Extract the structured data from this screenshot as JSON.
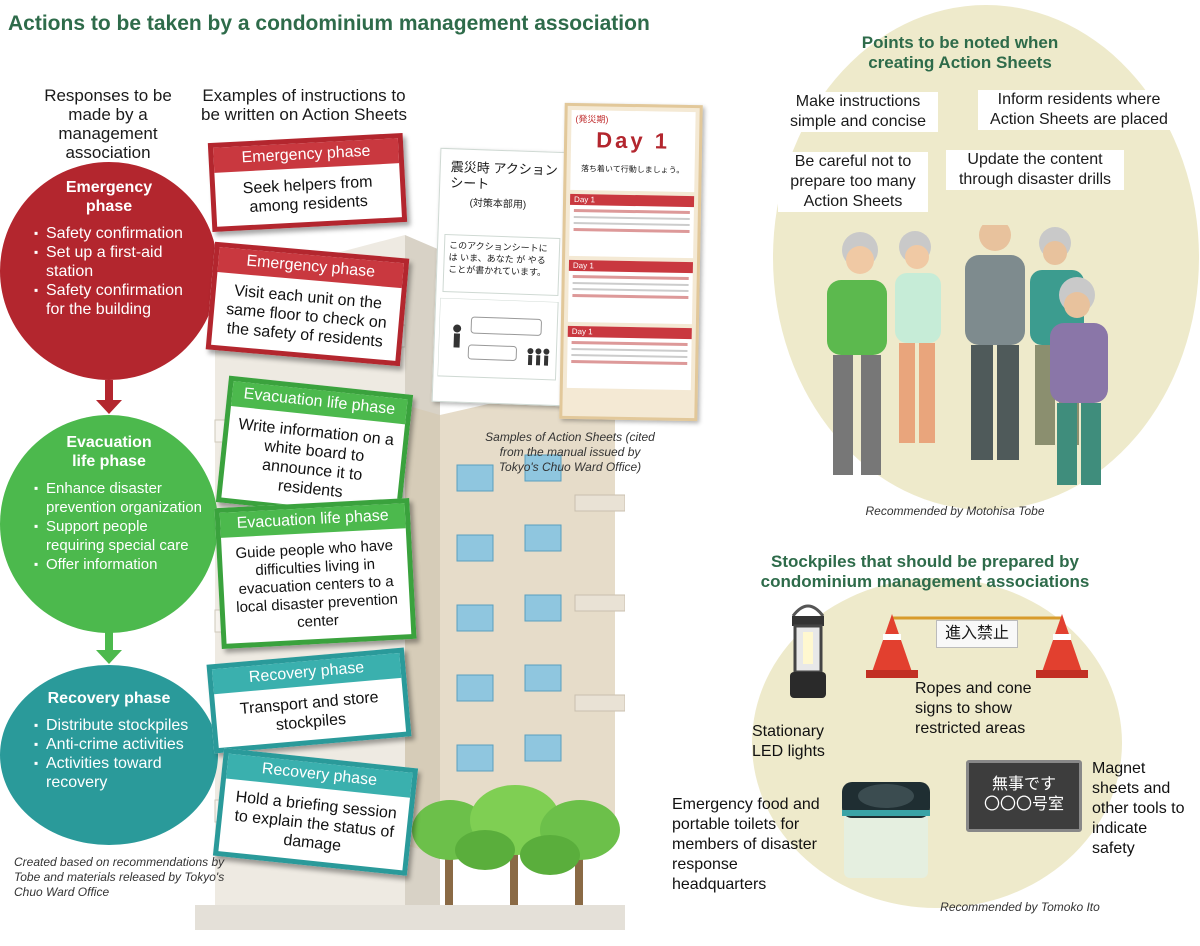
{
  "title": "Actions to be taken by a condominium management association",
  "left_header": "Responses to be made by a management association",
  "mid_header": "Examples of instructions to be written on Action Sheets",
  "phases": [
    {
      "title": "Emergency phase",
      "items": [
        "Safety confirmation",
        "Set up a first-aid station",
        "Safety confirmation for the building"
      ],
      "color": "#b3262e"
    },
    {
      "title": "Evacuation life phase",
      "items": [
        "Enhance disaster prevention organization",
        "Support people requiring special care",
        "Offer information"
      ],
      "color": "#4cb94d"
    },
    {
      "title": "Recovery phase",
      "items": [
        "Distribute stockpiles",
        "Anti-crime activities",
        "Activities toward recovery"
      ],
      "color": "#2a9a9a"
    }
  ],
  "cards": [
    {
      "phase": "Emergency phase",
      "text": "Seek helpers from among residents"
    },
    {
      "phase": "Emergency phase",
      "text": "Visit each unit on the same floor to check on the safety of residents"
    },
    {
      "phase": "Evacuation life phase",
      "text": "Write information on a white board to announce it to residents"
    },
    {
      "phase": "Evacuation life phase",
      "text": "Guide people who have difficulties living in evacuation centers to a local disaster prevention center"
    },
    {
      "phase": "Recovery phase",
      "text": "Transport and store stockpiles"
    },
    {
      "phase": "Recovery phase",
      "text": "Hold a briefing session to explain the status of damage"
    }
  ],
  "sheets": {
    "sheet1_title": "震災時 アクションシート",
    "sheet1_sub": "(対策本部用)",
    "sheet1_mid": "このアクションシートには いま、あなた が やることが書かれています。",
    "sheet2_top": "(発災期)",
    "sheet2_day": "Day 1",
    "sheet2_line": "落ち着いて行動しましょう。",
    "day1_label": "Day 1"
  },
  "samples_note": "Samples of Action Sheets (cited from the manual issued by Tokyo's Chuo Ward Office)",
  "created_note": "Created based on recommendations by Tobe and materials released by Tokyo's Chuo Ward Office",
  "points": {
    "title": "Points to be noted when creating Action Sheets",
    "notes": [
      "Make instructions simple and concise",
      "Inform residents where Action Sheets are placed",
      "Be careful not to prepare too many Action Sheets",
      "Update the content through disaster drills"
    ],
    "credit": "Recommended by Motohisa Tobe"
  },
  "stockpiles": {
    "title": "Stockpiles that should be prepared by condominium management associations",
    "lights": "Stationary LED lights",
    "ropes": "Ropes and cone signs to show restricted areas",
    "sign_text": "進入禁止",
    "magnet": "Magnet sheets and other tools to indicate safety",
    "magnet_sheet_line1": "無事です",
    "magnet_sheet_line2": "〇〇〇号室",
    "food": "Emergency food and portable toilets for members of disaster response headquarters",
    "credit": "Recommended by Tomoko Ito"
  }
}
